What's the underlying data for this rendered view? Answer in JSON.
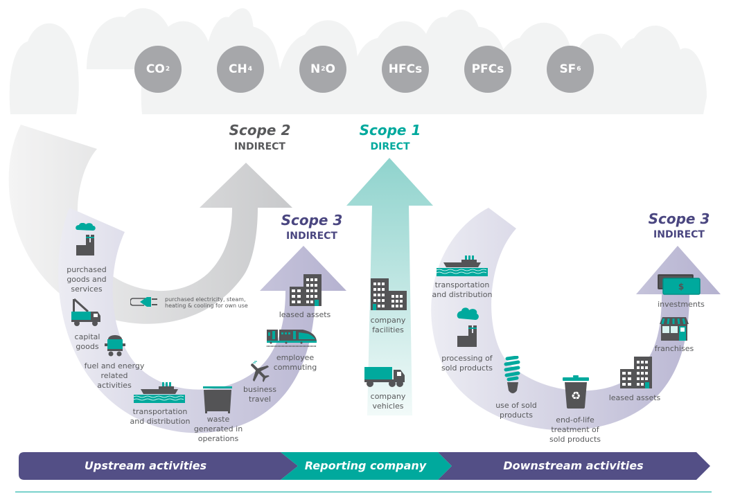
{
  "colors": {
    "teal": "#00a99d",
    "purple": "#534f86",
    "gray_gas": "#a6a7aa",
    "cloud": "#f2f3f3",
    "icon_dark": "#545456",
    "text": "#58595b",
    "scope2_text": "#58595b"
  },
  "gases": [
    {
      "base": "CO",
      "sub": "2"
    },
    {
      "base": "CH",
      "sub": "4"
    },
    {
      "base": "N",
      "sub": "2",
      "tail": "O"
    },
    {
      "base": "HFCs",
      "sub": ""
    },
    {
      "base": "PFCs",
      "sub": ""
    },
    {
      "base": "SF",
      "sub": "6"
    }
  ],
  "scopes": {
    "scope2": {
      "title": "Scope 2",
      "subtitle": "INDIRECT"
    },
    "scope1": {
      "title": "Scope 1",
      "subtitle": "DIRECT"
    },
    "scope3_upstream": {
      "title": "Scope 3",
      "subtitle": "INDIRECT"
    },
    "scope3_downstream": {
      "title": "Scope 3",
      "subtitle": "INDIRECT"
    }
  },
  "scope2_items": [
    {
      "icon": "power-plug-icon",
      "label": "purchased electricity, steam, heating & cooling for own use"
    }
  ],
  "upstream_items": [
    {
      "icon": "factory-icon",
      "label": "purchased goods and services"
    },
    {
      "icon": "crane-truck-icon",
      "label": "capital goods"
    },
    {
      "icon": "coal-cart-icon",
      "label": "fuel and energy related activities"
    },
    {
      "icon": "ship-icon",
      "label": "transportation and distribution"
    },
    {
      "icon": "waste-bin-icon",
      "label": "waste generated in operations"
    },
    {
      "icon": "airplane-icon",
      "label": "business travel"
    },
    {
      "icon": "train-icon",
      "label": "employee commuting"
    },
    {
      "icon": "building-icon",
      "label": "leased assets"
    }
  ],
  "scope1_items": [
    {
      "icon": "building-icon",
      "label": "company facilities"
    },
    {
      "icon": "truck-icon",
      "label": "company vehicles"
    }
  ],
  "downstream_items": [
    {
      "icon": "ship-icon",
      "label": "transportation and distribution"
    },
    {
      "icon": "factory-icon",
      "label": "processing of sold products"
    },
    {
      "icon": "light-bulb-icon",
      "label": "use of sold products"
    },
    {
      "icon": "recycle-bin-icon",
      "label": "end-of-life treatment of sold products"
    },
    {
      "icon": "building-icon",
      "label": "leased assets"
    },
    {
      "icon": "storefront-icon",
      "label": "franchises"
    },
    {
      "icon": "money-icon",
      "label": "investments",
      "symbol": "$"
    }
  ],
  "band": {
    "upstream": "Upstream activities",
    "reporting": "Reporting company",
    "downstream": "Downstream activities"
  }
}
